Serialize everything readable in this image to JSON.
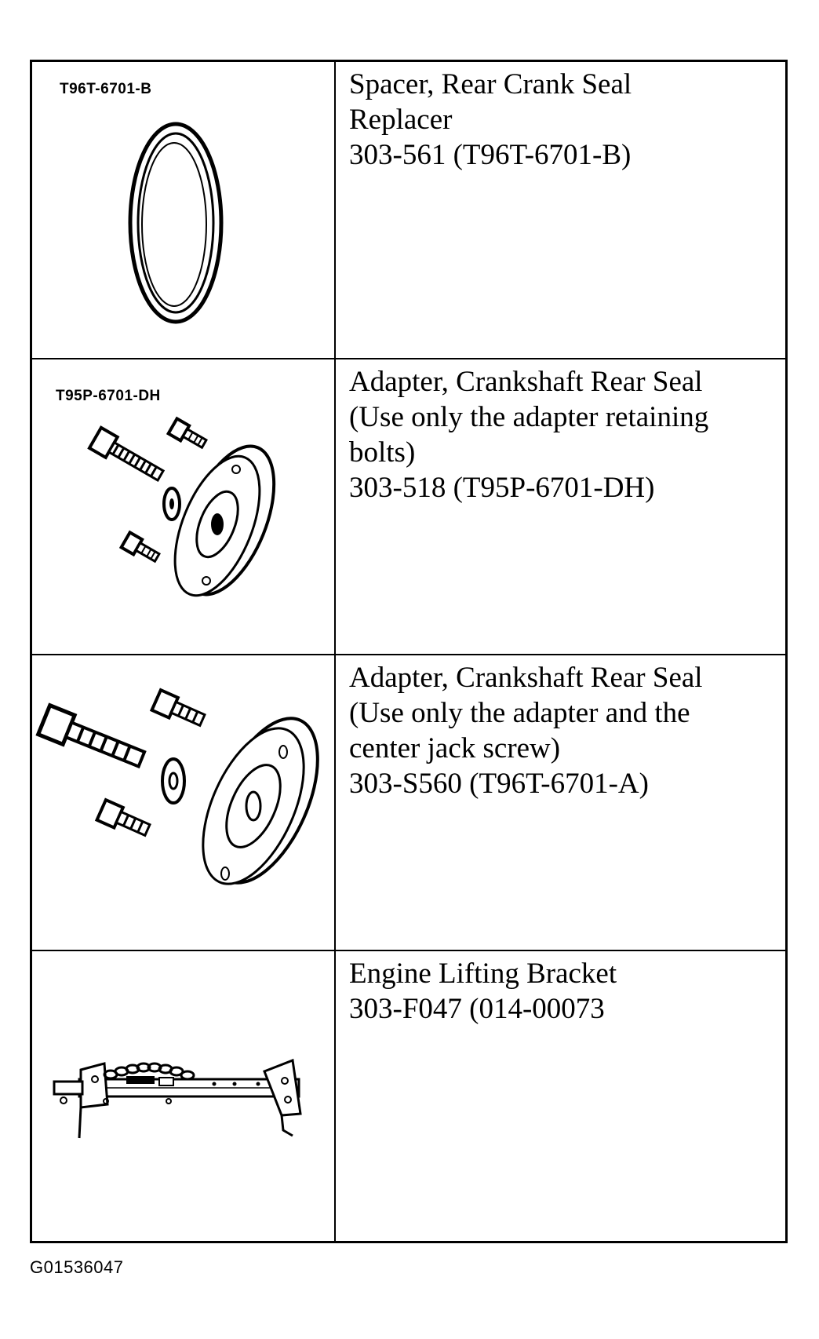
{
  "tools": [
    {
      "tag": "T96T-6701-B",
      "lines": [
        "Spacer, Rear Crank Seal",
        "Replacer",
        "303-561 (T96T-6701-B)"
      ]
    },
    {
      "tag": "T95P-6701-DH",
      "lines": [
        "Adapter, Crankshaft Rear Seal",
        "(Use only the adapter retaining",
        "bolts)",
        "303-518 (T95P-6701-DH)"
      ]
    },
    {
      "tag": "",
      "lines": [
        "Adapter, Crankshaft Rear Seal",
        "(Use only the adapter and the",
        "center jack screw)",
        "303-S560 (T96T-6701-A)"
      ]
    },
    {
      "tag": "",
      "lines": [
        "Engine Lifting Bracket",
        "303-F047 (014-00073"
      ]
    }
  ],
  "figure_id": "G01536047"
}
